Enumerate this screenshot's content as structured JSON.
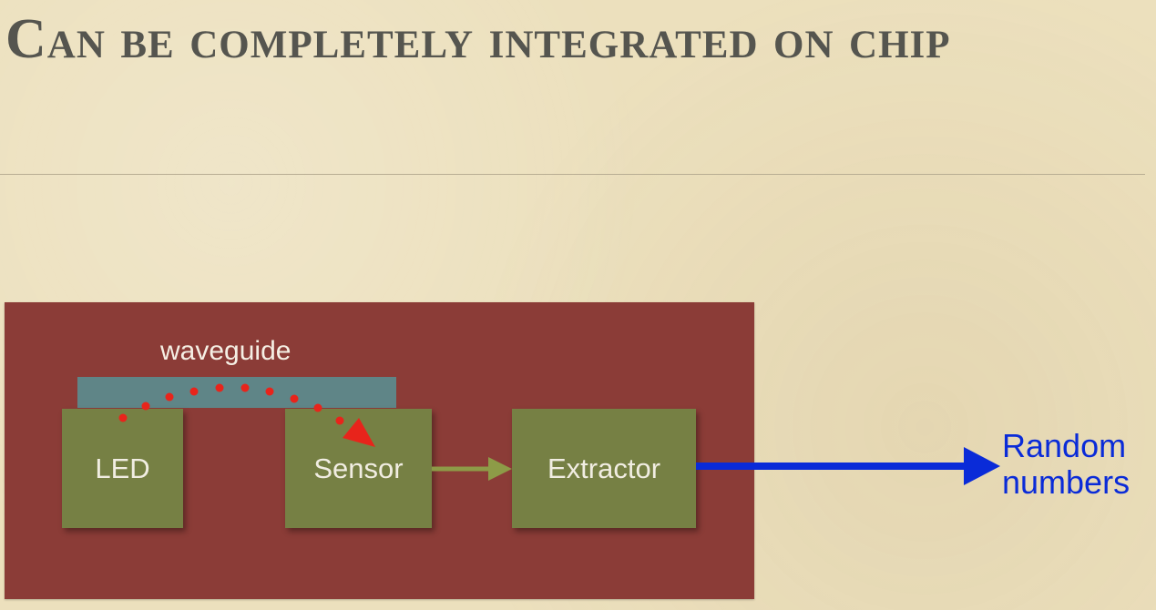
{
  "slide": {
    "title": "Can be completely integrated on chip"
  },
  "diagram": {
    "waveguide_label": "waveguide",
    "blocks": {
      "led": "LED",
      "sensor": "Sensor",
      "extractor": "Extractor"
    },
    "output_label_line1": "Random",
    "output_label_line2": "numbers"
  },
  "colors": {
    "background": "#ece0bd",
    "chip": "#8b3c37",
    "waveguide": "#5f8587",
    "block": "#768044",
    "photon_path": "#e8241b",
    "sensor_to_extractor_arrow": "#8d9b47",
    "output_arrow": "#0a2bd8"
  }
}
